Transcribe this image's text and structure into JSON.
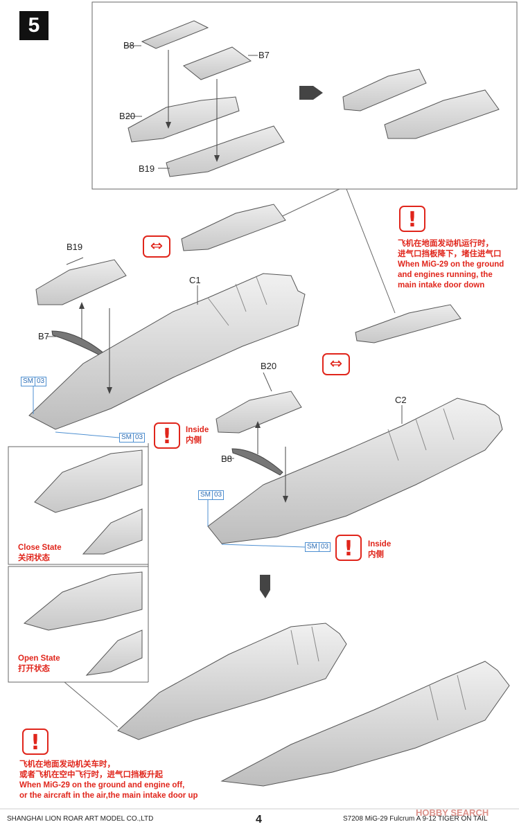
{
  "step": {
    "number": "5"
  },
  "parts": {
    "b8_top": "B8",
    "b7_top": "B7",
    "b20_top": "B20",
    "b19_top": "B19",
    "b19_left": "B19",
    "b7_left": "B7",
    "c1": "C1",
    "b20_right": "B20",
    "b8_right": "B8",
    "c2": "C2"
  },
  "sm_tag": {
    "prefix": "SM",
    "number": "03"
  },
  "warning_ground": {
    "icon": "exclamation-badge",
    "zh_line1": "飞机在地面发动机运行时，",
    "zh_line2": "进气口挡板降下，堵住进气口",
    "en_line1": "When MiG-29 on the ground",
    "en_line2": "and engines running, the",
    "en_line3": "main intake door down"
  },
  "inside_note_1": {
    "en": "Inside",
    "zh": "内侧"
  },
  "inside_note_2": {
    "en": "Inside",
    "zh": "内侧"
  },
  "state_close": {
    "en": "Close State",
    "zh": "关闭状态"
  },
  "state_open": {
    "en": "Open State",
    "zh": "打开状态"
  },
  "warning_air": {
    "zh_line1": "飞机在地面发动机关车时，",
    "zh_line2": "或者飞机在空中飞行时，进气口挡板升起",
    "en_line1": "When MiG-29 on the ground and engine off,",
    "en_line2": "or the aircraft in the air,the main intake door up"
  },
  "footer": {
    "company": "SHANGHAI LION ROAR ART MODEL CO.,LTD",
    "page": "4",
    "product": "S7208 MiG-29 Fulcrum A 9-12 TIGER ON TAIL",
    "watermark": "HOBBY SEARCH"
  },
  "colors": {
    "warning_red": "#e0251b",
    "sm_blue": "#4d8fd1",
    "part_gray": "#dcdcdc",
    "line": "#555555"
  }
}
